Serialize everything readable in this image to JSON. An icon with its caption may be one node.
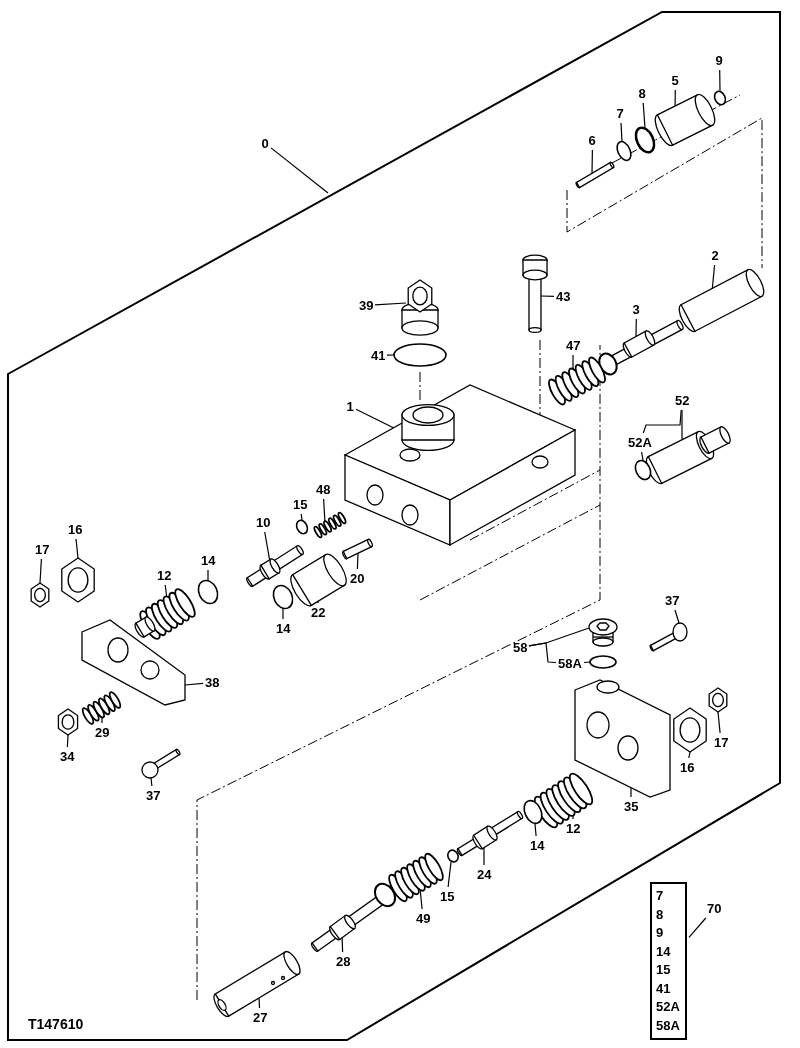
{
  "diagram": {
    "nodes": [
      {
        "text": [
          "0"
        ]
      },
      {
        "text": [
          "9"
        ]
      },
      {
        "text": [
          "5"
        ]
      },
      {
        "text": [
          "8"
        ]
      },
      {
        "text": [
          "7"
        ]
      },
      {
        "text": [
          "6"
        ]
      },
      {
        "text": [
          "2"
        ]
      },
      {
        "text": [
          "43"
        ]
      },
      {
        "text": [
          "39"
        ]
      },
      {
        "text": [
          "41"
        ]
      },
      {
        "text": [
          "3"
        ]
      },
      {
        "text": [
          "47"
        ]
      },
      {
        "text": [
          "52"
        ]
      },
      {
        "text": [
          "52A"
        ]
      },
      {
        "text": [
          "1"
        ]
      },
      {
        "text": [
          "48"
        ]
      },
      {
        "text": [
          "15"
        ]
      },
      {
        "text": [
          "16"
        ]
      },
      {
        "text": [
          "10"
        ]
      },
      {
        "text": [
          "17"
        ]
      },
      {
        "text": [
          "14"
        ]
      },
      {
        "text": [
          "12"
        ]
      },
      {
        "text": [
          "20"
        ]
      },
      {
        "text": [
          "22"
        ]
      },
      {
        "text": [
          "14"
        ]
      },
      {
        "text": [
          "58"
        ]
      },
      {
        "text": [
          "58A"
        ]
      },
      {
        "text": [
          "37"
        ]
      },
      {
        "text": [
          "38"
        ]
      },
      {
        "text": [
          "29"
        ]
      },
      {
        "text": [
          "34"
        ]
      },
      {
        "text": [
          "37"
        ]
      },
      {
        "text": [
          "16"
        ]
      },
      {
        "text": [
          "17"
        ]
      },
      {
        "text": [
          "35"
        ]
      },
      {
        "text": [
          "12"
        ]
      },
      {
        "text": [
          "14"
        ]
      },
      {
        "text": [
          "24"
        ]
      },
      {
        "text": [
          "15"
        ]
      },
      {
        "text": [
          "49"
        ]
      },
      {
        "text": [
          "28"
        ]
      },
      {
        "text": [
          "27"
        ]
      },
      {
        "text": [
          "7",
          "8",
          "9",
          "14",
          "15",
          "41",
          "52A",
          "58A"
        ]
      },
      {
        "text": [
          "70"
        ]
      },
      {
        "text": [],
        "shape": "circle"
      },
      {
        "text": [],
        "shape": "picture"
      },
      {
        "text": [],
        "shape": "circle"
      },
      {
        "text": [],
        "shape": "circle"
      },
      {
        "text": [],
        "shape": "picture"
      },
      {
        "text": [],
        "shape": "picture"
      },
      {
        "text": [],
        "shape": "picture"
      },
      {
        "text": [],
        "shape": "picture"
      },
      {
        "text": [],
        "shape": "circle"
      },
      {
        "text": [],
        "shape": "picture"
      },
      {
        "text": [],
        "shape": "picture"
      },
      {
        "text": [],
        "shape": "picture"
      },
      {
        "text": [],
        "shape": "circle"
      },
      {
        "text": [],
        "shape": "picture"
      },
      {
        "text": [],
        "shape": "picture"
      },
      {
        "text": [],
        "shape": "circle"
      },
      {
        "text": [],
        "shape": "picture"
      },
      {
        "text": [],
        "shape": "picture"
      },
      {
        "text": [],
        "shape": "picture"
      },
      {
        "text": [],
        "shape": "circle"
      },
      {
        "text": [],
        "shape": "picture"
      },
      {
        "text": [],
        "shape": "picture"
      },
      {
        "text": [],
        "shape": "picture"
      },
      {
        "text": [],
        "shape": "circle"
      },
      {
        "text": [],
        "shape": "picture"
      },
      {
        "text": [],
        "shape": "circle"
      },
      {
        "text": [],
        "shape": "picture"
      },
      {
        "text": [],
        "shape": "picture"
      },
      {
        "text": [],
        "shape": "picture"
      },
      {
        "text": [],
        "shape": "picture"
      },
      {
        "text": [],
        "shape": "picture"
      },
      {
        "text": [],
        "shape": "picture"
      },
      {
        "text": [],
        "shape": "picture"
      },
      {
        "text": [],
        "shape": "picture"
      },
      {
        "text": [],
        "shape": "picture"
      },
      {
        "text": [],
        "shape": "circle"
      },
      {
        "text": [],
        "shape": "picture"
      },
      {
        "text": [],
        "shape": "circle"
      },
      {
        "text": [],
        "shape": "picture"
      },
      {
        "text": [],
        "shape": "picture"
      },
      {
        "text": [],
        "shape": "picture"
      }
    ],
    "edges": [
      {
        "from": 0,
        "to": null,
        "arrow": "none"
      },
      {
        "from": 1,
        "to": 44,
        "arrow": "none"
      },
      {
        "from": 2,
        "to": 45,
        "arrow": "none"
      },
      {
        "from": 3,
        "to": 46,
        "arrow": "none"
      },
      {
        "from": 4,
        "to": 47,
        "arrow": "none"
      },
      {
        "from": 5,
        "to": 48,
        "arrow": "none"
      },
      {
        "from": 6,
        "to": 49,
        "arrow": "none"
      },
      {
        "from": 7,
        "to": 50,
        "arrow": "none"
      },
      {
        "from": 8,
        "to": 51,
        "arrow": "none"
      },
      {
        "from": 9,
        "to": 52,
        "arrow": "none"
      },
      {
        "from": 10,
        "to": 53,
        "arrow": "none"
      },
      {
        "from": 11,
        "to": 54,
        "arrow": "none"
      },
      {
        "from": 12,
        "to": 55,
        "arrow": "none"
      },
      {
        "from": 12,
        "to": 13,
        "arrow": "none"
      },
      {
        "from": 13,
        "to": 56,
        "arrow": "none"
      },
      {
        "from": 14,
        "to": 57,
        "arrow": "none"
      },
      {
        "from": 15,
        "to": 58,
        "arrow": "none"
      },
      {
        "from": 16,
        "to": 59,
        "arrow": "none"
      },
      {
        "from": 17,
        "to": 60,
        "arrow": "none"
      },
      {
        "from": 18,
        "to": 61,
        "arrow": "none"
      },
      {
        "from": 19,
        "to": 62,
        "arrow": "none"
      },
      {
        "from": 20,
        "to": 63,
        "arrow": "none"
      },
      {
        "from": 21,
        "to": 64,
        "arrow": "none"
      },
      {
        "from": 22,
        "to": 65,
        "arrow": "none"
      },
      {
        "from": 23,
        "to": 66,
        "arrow": "none"
      },
      {
        "from": 24,
        "to": 67,
        "arrow": "none"
      },
      {
        "from": 25,
        "to": 68,
        "arrow": "none"
      },
      {
        "from": 25,
        "to": 26,
        "arrow": "none"
      },
      {
        "from": 26,
        "to": 69,
        "arrow": "none"
      },
      {
        "from": 27,
        "to": 70,
        "arrow": "none"
      },
      {
        "from": 28,
        "to": 71,
        "arrow": "none"
      },
      {
        "from": 29,
        "to": 72,
        "arrow": "none"
      },
      {
        "from": 30,
        "to": 73,
        "arrow": "none"
      },
      {
        "from": 31,
        "to": 74,
        "arrow": "none"
      },
      {
        "from": 32,
        "to": 75,
        "arrow": "none"
      },
      {
        "from": 33,
        "to": 76,
        "arrow": "none"
      },
      {
        "from": 34,
        "to": 77,
        "arrow": "none"
      },
      {
        "from": 35,
        "to": 78,
        "arrow": "none"
      },
      {
        "from": 36,
        "to": 79,
        "arrow": "none"
      },
      {
        "from": 37,
        "to": 80,
        "arrow": "none"
      },
      {
        "from": 38,
        "to": 81,
        "arrow": "none"
      },
      {
        "from": 39,
        "to": 82,
        "arrow": "none"
      },
      {
        "from": 40,
        "to": 83,
        "arrow": "none"
      },
      {
        "from": 41,
        "to": 84,
        "arrow": "none"
      },
      {
        "from": 43,
        "to": 42,
        "arrow": "none"
      }
    ],
    "labels": [
      "T147610"
    ]
  }
}
